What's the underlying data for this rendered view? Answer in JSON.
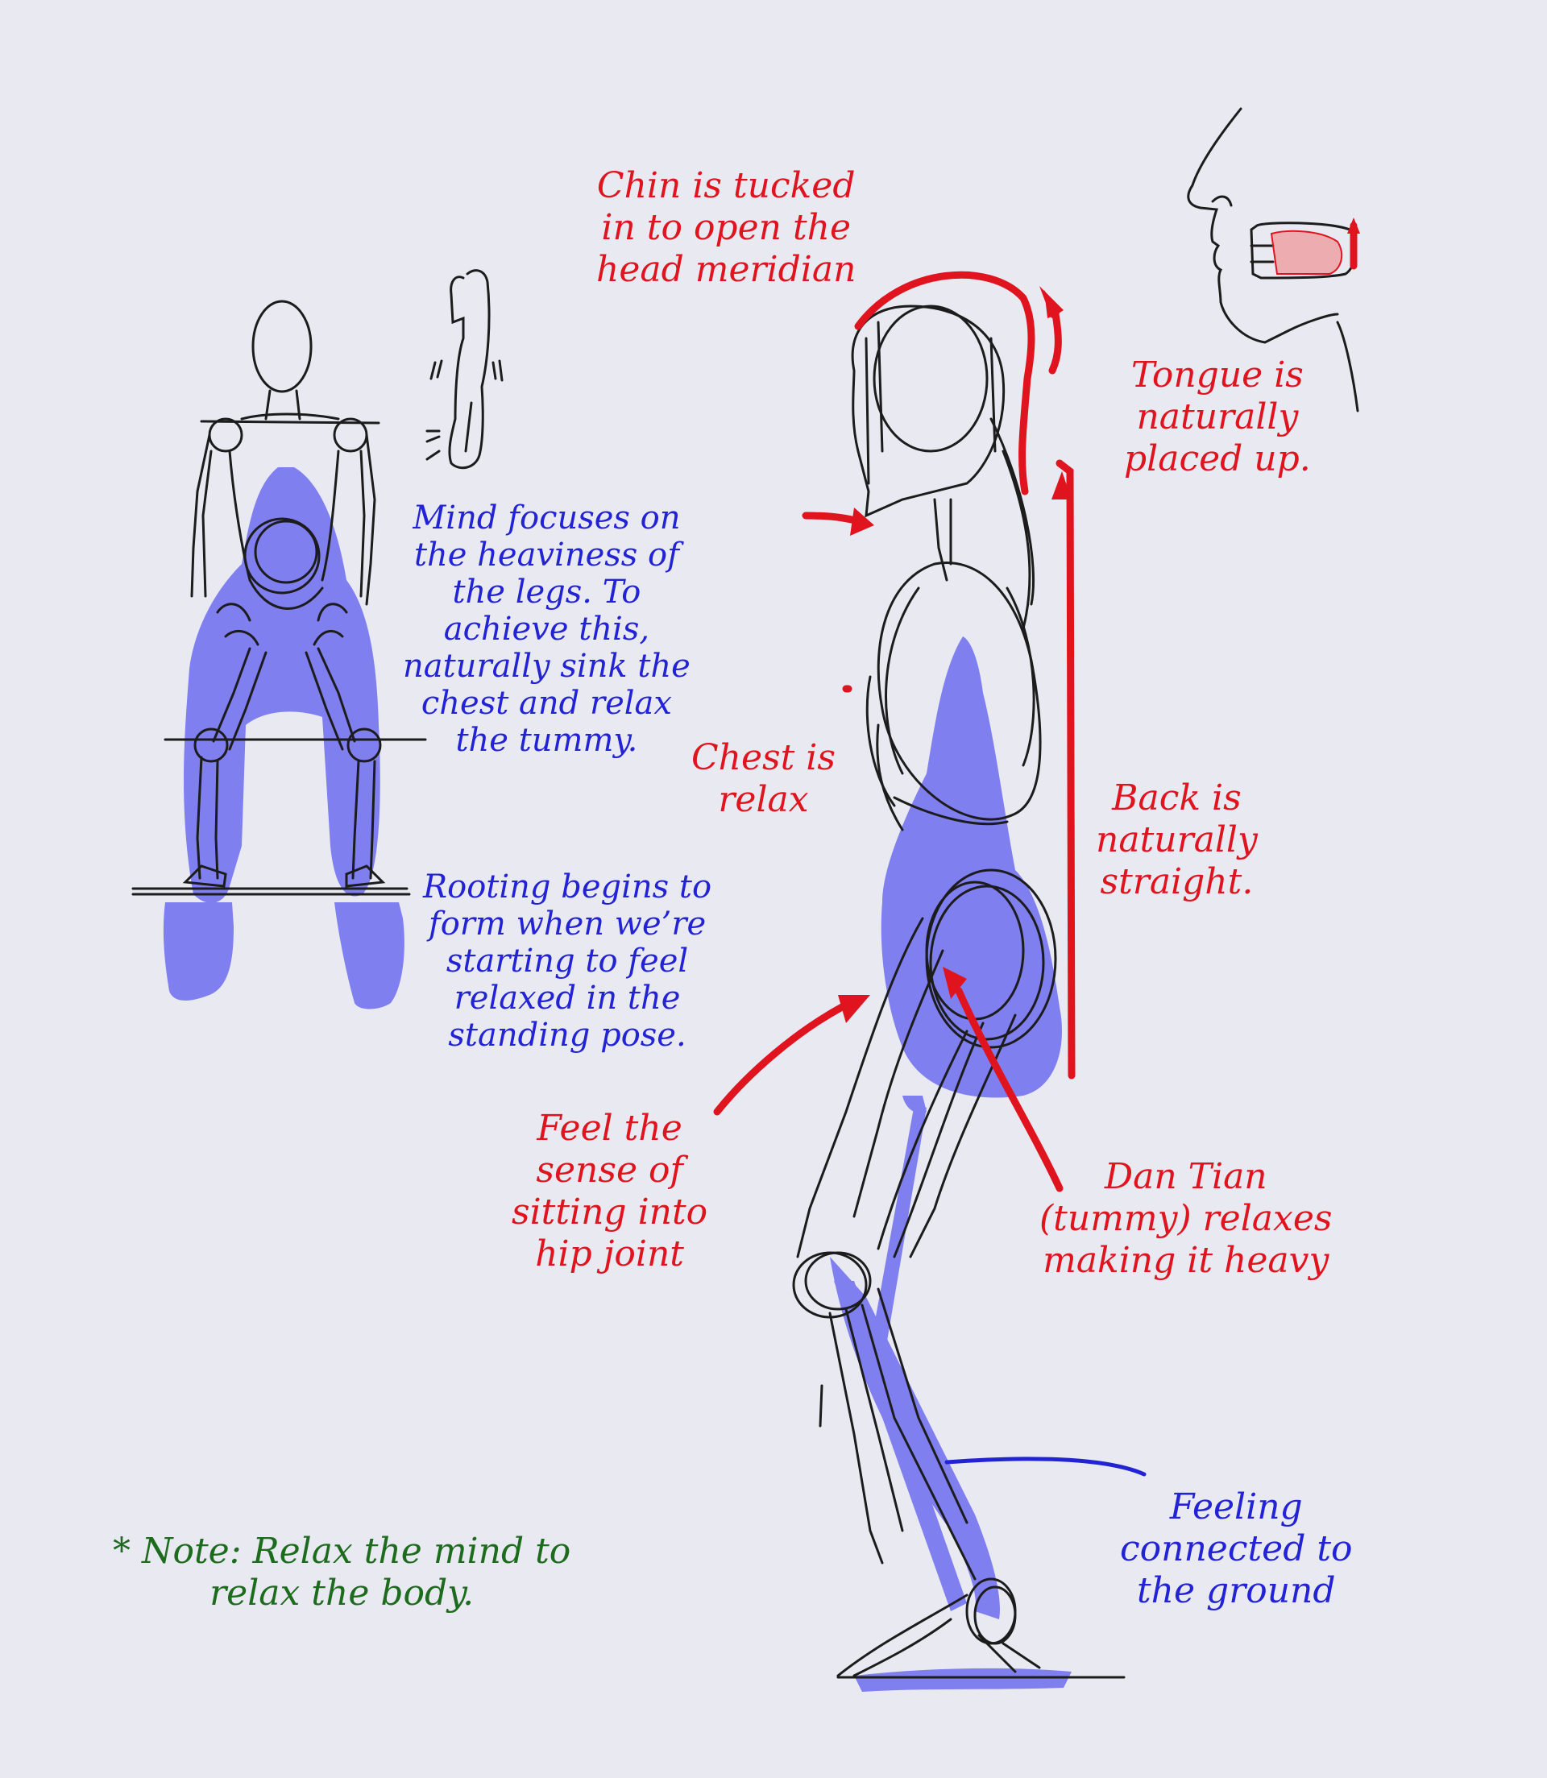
{
  "colors": {
    "background": "#e9e9f1",
    "annotation_red": "#e0141e",
    "annotation_blue": "#2323d6",
    "note_green": "#1d6b1d",
    "energy_fill": "#7f7ff0",
    "sketch": "#1c1c1c"
  },
  "labels": {
    "chin": [
      "Chin is tucked",
      "in to open the",
      "head meridian"
    ],
    "tongue": [
      "Tongue is",
      "naturally",
      "placed up."
    ],
    "mind": [
      "Mind focuses on",
      "the heaviness of",
      "the legs. To",
      "achieve this,",
      "naturally sink the",
      "chest and relax",
      "the tummy."
    ],
    "chest": [
      "Chest is",
      "relax"
    ],
    "back": [
      "Back is",
      "naturally",
      "straight."
    ],
    "rooting": [
      "Rooting begins to",
      "form when we’re",
      "starting to feel",
      "relaxed in the",
      "standing pose."
    ],
    "hip": [
      "Feel the",
      "sense of",
      "sitting into",
      "hip joint"
    ],
    "dantian": [
      "Dan Tian",
      "(tummy) relaxes",
      "making it heavy"
    ],
    "ground": [
      "Feeling",
      "connected to",
      "the ground"
    ],
    "note": [
      "* Note: Relax the mind to",
      "relax the body."
    ]
  }
}
